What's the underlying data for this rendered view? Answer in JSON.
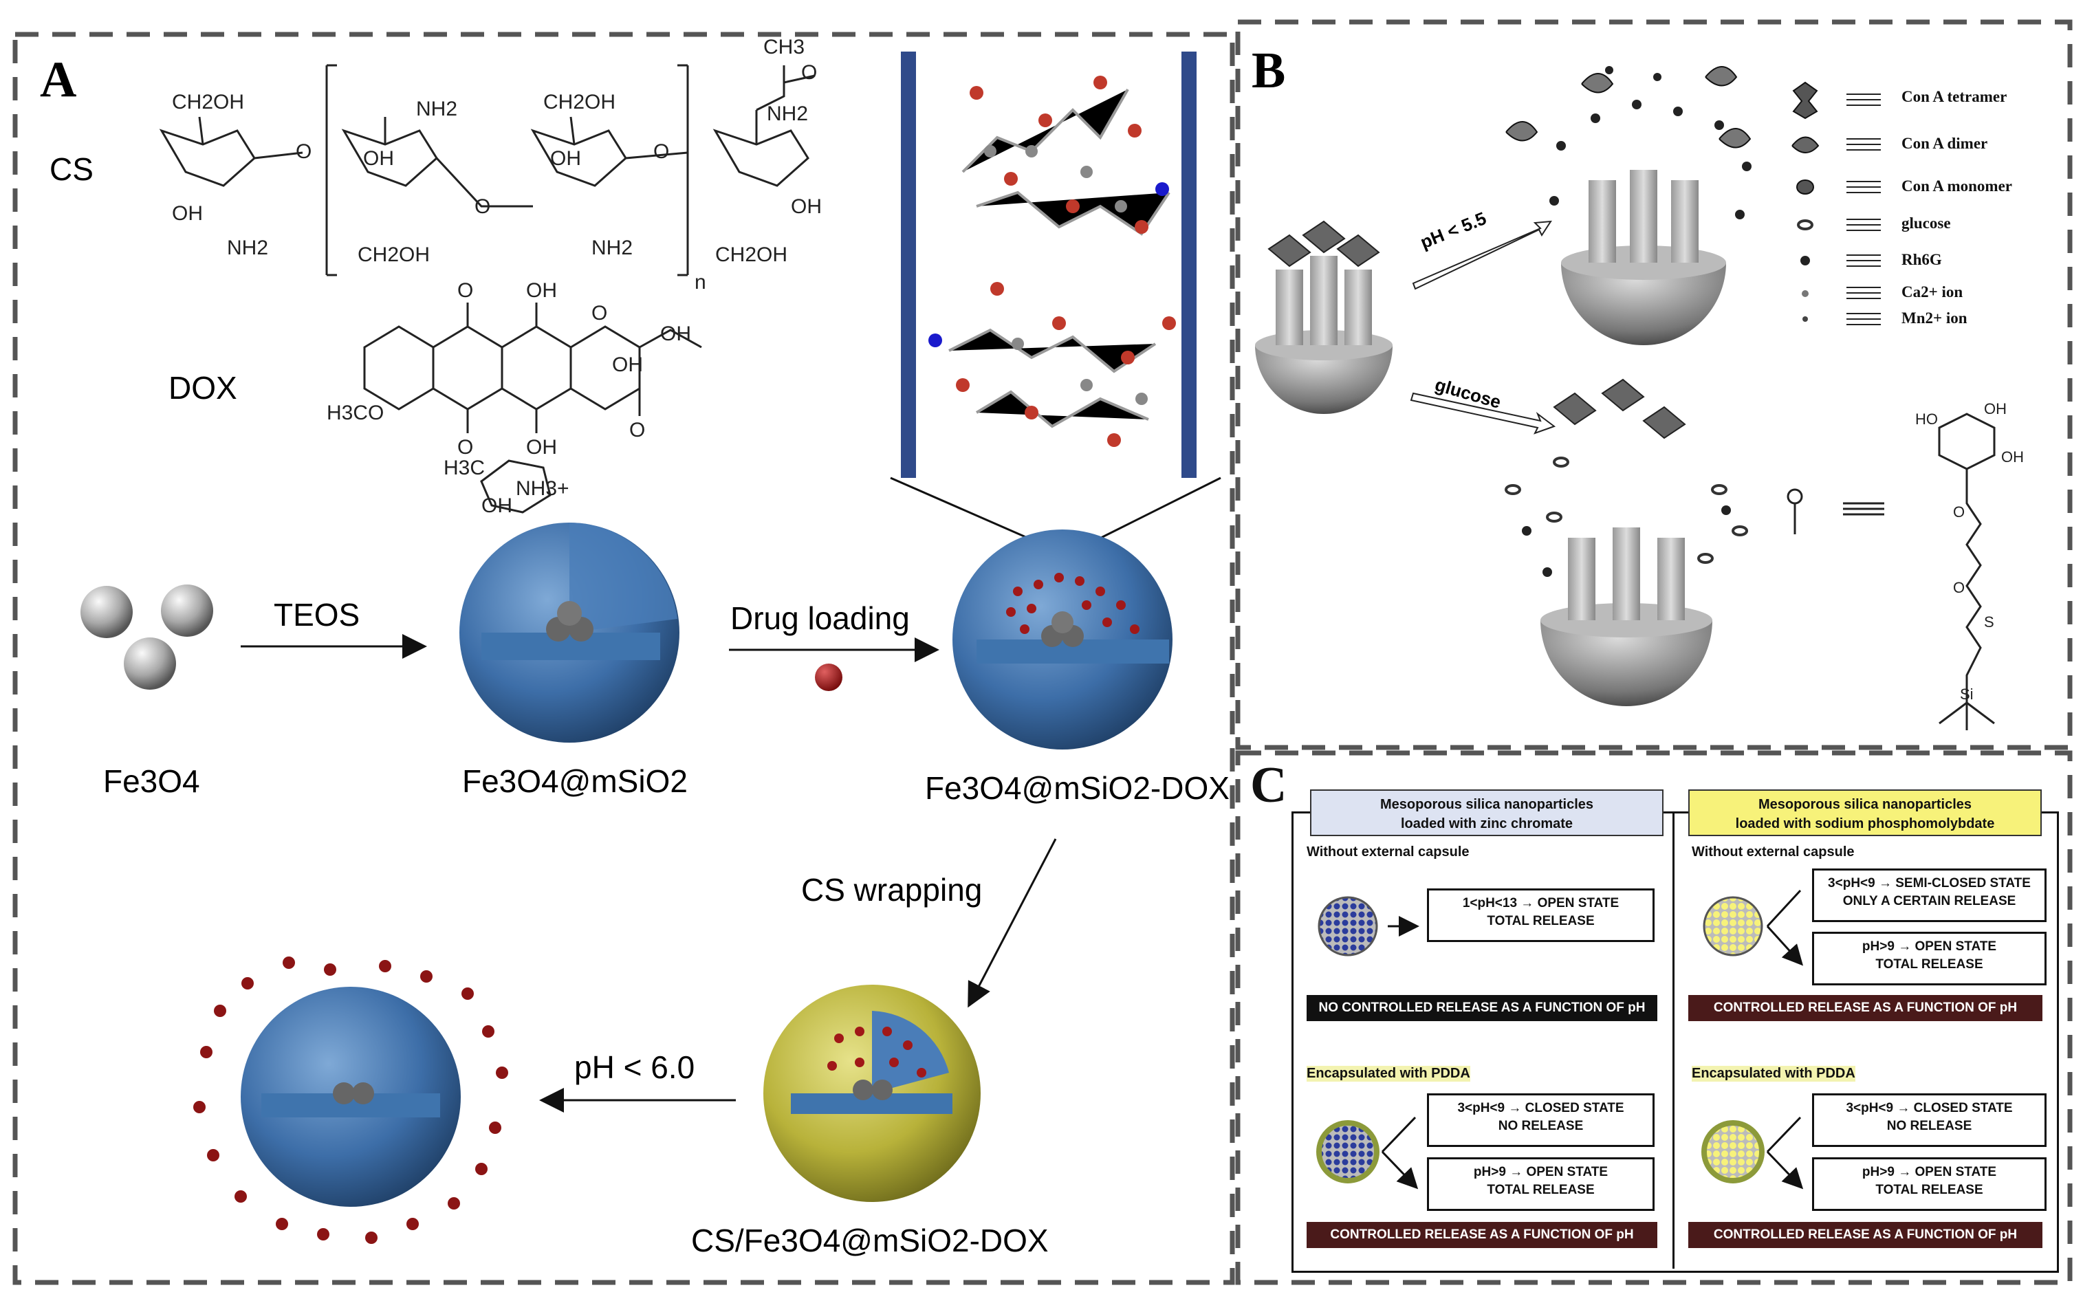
{
  "panelA": {
    "letter": "A",
    "cs_label": "CS",
    "dox_label": "DOX",
    "fe3o4": "Fe3O4",
    "fe3o4_msio2": "Fe3O4@mSiO2",
    "fe3o4_msio2_dox": "Fe3O4@mSiO2-DOX",
    "cs_fe3o4_msio2_dox": "CS/Fe3O4@mSiO2-DOX",
    "teos": "TEOS",
    "drug_loading": "Drug loading",
    "cs_wrapping": "CS wrapping",
    "ph_release": "pH < 6.0",
    "chem": {
      "ch2oh": "CH2OH",
      "nh2": "NH2",
      "oh": "OH",
      "ch3": "CH3",
      "n": "n",
      "h": "H",
      "o": "O",
      "h3co": "H3CO",
      "h3c": "H3C",
      "nh3": "NH3+"
    }
  },
  "panelB": {
    "letter": "B",
    "ph_arrow": "pH < 5.5",
    "glucose_arrow": "glucose",
    "legend": [
      {
        "label": "Con A tetramer"
      },
      {
        "label": "Con A dimer"
      },
      {
        "label": "Con A monomer"
      },
      {
        "label": "glucose"
      },
      {
        "label": "Rh6G"
      },
      {
        "label": "Ca2+ ion"
      },
      {
        "label": "Mn2+ ion"
      }
    ]
  },
  "panelC": {
    "letter": "C",
    "left": {
      "header_line1": "Mesoporous silica nanoparticles",
      "header_line2": "loaded with zinc chromate",
      "header_color": "#dde3f2",
      "without": "Without external capsule",
      "box1_line1": "1<pH<13 → OPEN STATE",
      "box1_line2": "TOTAL RELEASE",
      "bar1": "NO CONTROLLED RELEASE AS A FUNCTION OF pH",
      "bar1_color": "#111111",
      "encapsulated": "Encapsulated with PDDA",
      "box2_line1": "3<pH<9 → CLOSED STATE",
      "box2_line2": "NO RELEASE",
      "box3_line1": "pH>9 → OPEN STATE",
      "box3_line2": "TOTAL RELEASE",
      "bar2": "CONTROLLED RELEASE AS A FUNCTION OF pH",
      "bar2_color": "#4a1a1a"
    },
    "right": {
      "header_line1": "Mesoporous silica nanoparticles",
      "header_line2": "loaded with sodium phosphomolybdate",
      "header_color": "#f7f27a",
      "without": "Without external capsule",
      "box1_line1": "3<pH<9 → SEMI-CLOSED STATE",
      "box1_line2": "ONLY A CERTAIN RELEASE",
      "box2_line1": "pH>9 → OPEN STATE",
      "box2_line2": "TOTAL RELEASE",
      "bar1": "CONTROLLED RELEASE AS A FUNCTION OF pH",
      "encapsulated": "Encapsulated with PDDA",
      "box3_line1": "3<pH<9 → CLOSED STATE",
      "box3_line2": "NO RELEASE",
      "box4_line1": "pH>9 → OPEN STATE",
      "box4_line2": "TOTAL RELEASE",
      "bar2": "CONTROLLED RELEASE AS A FUNCTION OF pH"
    }
  }
}
